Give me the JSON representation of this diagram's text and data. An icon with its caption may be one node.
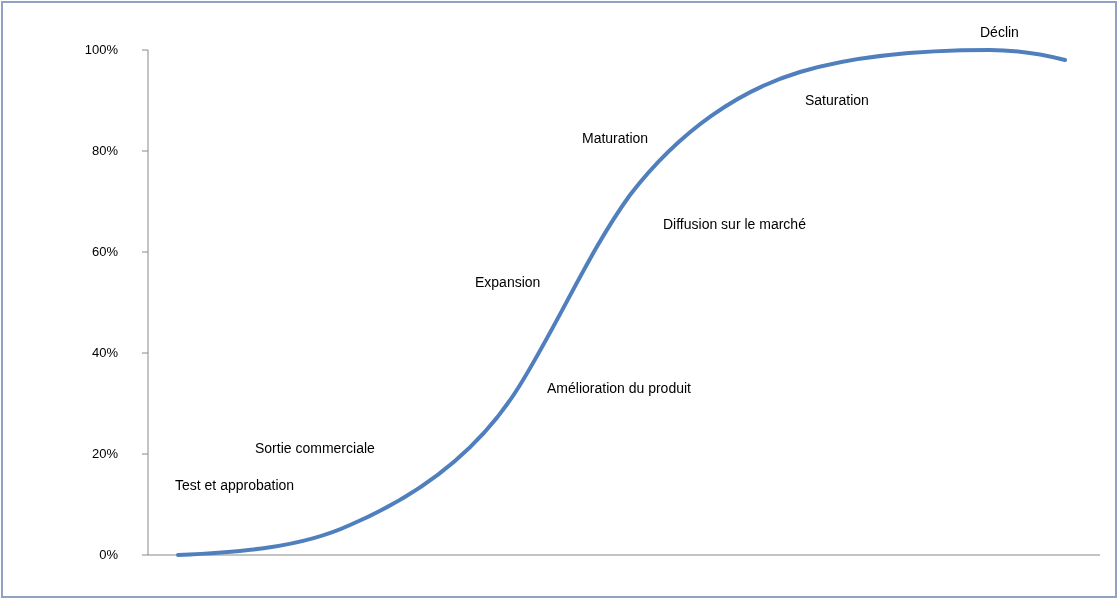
{
  "diagram": {
    "labels": [
      "Déclin",
      "100%",
      "Saturation",
      "Maturation",
      "80%",
      "Diffusion sur le marché",
      "60%",
      "Expansion",
      "40%",
      "Amélioration du produit",
      "Sortie commerciale",
      "20%",
      "Test et approbation",
      "0%"
    ]
  }
}
